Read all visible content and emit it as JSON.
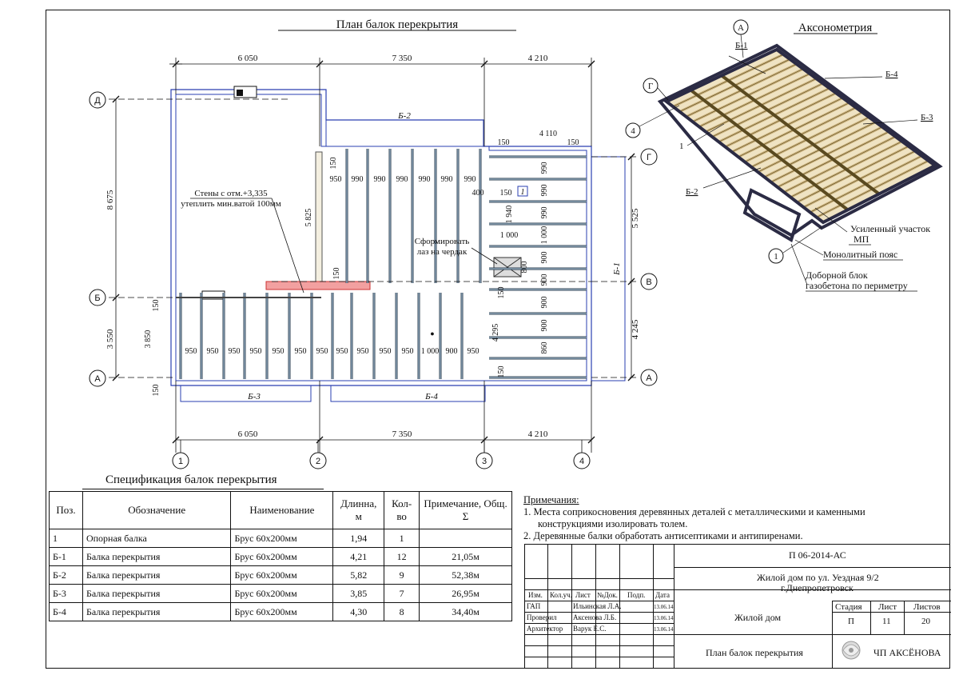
{
  "plan": {
    "title": "План балок перекрытия",
    "dims_top": [
      "6 050",
      "7 350",
      "4 210"
    ],
    "dims_bottom": [
      "6 050",
      "7 350",
      "4 210"
    ],
    "dims_left": [
      "8 675",
      "3 550"
    ],
    "dims_right": [
      "5 525",
      "4 245"
    ],
    "axes_letters": [
      "Д",
      "Б",
      "А",
      "Г",
      "В",
      "А"
    ],
    "axes_numbers": [
      "1",
      "2",
      "3",
      "4"
    ],
    "beam_tags": [
      "Б-2",
      "Б-3",
      "Б-4",
      "Б-1"
    ],
    "spacing_upper": [
      "950",
      "990",
      "990",
      "990",
      "990",
      "990",
      "990"
    ],
    "spacing_lower": [
      "950",
      "950",
      "950",
      "950",
      "950",
      "950",
      "950",
      "950",
      "950",
      "950",
      "950",
      "1 000",
      "900",
      "950"
    ],
    "spacing_right": [
      "990",
      "990",
      "990",
      "1 000",
      "900",
      "900",
      "900",
      "900",
      "860"
    ],
    "misc_dims": [
      "4 110",
      "150",
      "150",
      "150",
      "400",
      "150",
      "1 940",
      "1 000",
      "800",
      "150",
      "5 825",
      "150",
      "150",
      "3 850",
      "150",
      "4 295",
      "150",
      "150",
      "150"
    ],
    "beam_mark": "1",
    "note_walls_1": "Стены с отм.+3,335",
    "note_walls_2": "утеплить мин.ватой 100мм",
    "note_hatch_1": "Сформировать",
    "note_hatch_2": "лаз на чердак"
  },
  "axo": {
    "title": "Аксонометрия",
    "axis_a": "А",
    "axis_g": "Г",
    "axis_4": "4",
    "axis_1": "1",
    "labels": [
      "Б-1",
      "Б-4",
      "Б-3",
      "1",
      "Б-2"
    ],
    "legend_1": "Усиленный участок",
    "legend_2": "МП",
    "legend_3": "Монолитный пояс",
    "legend_4": "Доборной блок",
    "legend_5": "газобетона по периметру"
  },
  "spec": {
    "title": "Спецификация балок перекрытия",
    "headers": [
      "Поз.",
      "Обозначение",
      "Наименование",
      "Длинна, м",
      "Кол-во",
      "Примечание, Общ. Σ"
    ],
    "rows": [
      [
        "1",
        "Опорная балка",
        "Брус 60х200мм",
        "1,94",
        "1",
        ""
      ],
      [
        "Б-1",
        "Балка перекрытия",
        "Брус 60х200мм",
        "4,21",
        "12",
        "21,05м"
      ],
      [
        "Б-2",
        "Балка перекрытия",
        "Брус 60х200мм",
        "5,82",
        "9",
        "52,38м"
      ],
      [
        "Б-3",
        "Балка перекрытия",
        "Брус 60х200мм",
        "3,85",
        "7",
        "26,95м"
      ],
      [
        "Б-4",
        "Балка перекрытия",
        "Брус 60х200мм",
        "4,30",
        "8",
        "34,40м"
      ]
    ]
  },
  "notes": {
    "header": "Примечания:",
    "n1a": "1.  Места соприкосновения  деревянных деталей с металлическими и каменными",
    "n1b": "конструкциями изолировать толем.",
    "n2": "2.  Деревянные балки обработать антисептиками и антипиренами."
  },
  "stamp": {
    "code": "П 06-2014-АС",
    "object_1": "Жилой дом по ул. Уездная 9/2",
    "object_2": "г.Днепропетровск",
    "cols": [
      "Изм.",
      "Кол.уч.",
      "Лист",
      "№Док.",
      "Подп.",
      "Дата"
    ],
    "r1": [
      "ГАП",
      "Ильинская Л.А.",
      "13.06.14"
    ],
    "r2": [
      "Проверил",
      "Аксенова Л.Б.",
      "13.06.14"
    ],
    "r3": [
      "Архитектор",
      "Варук Е.С.",
      "13.06.14"
    ],
    "building": "Жилой дом",
    "stage_h": "Стадия",
    "sheet_h": "Лист",
    "sheets_h": "Листов",
    "stage": "П",
    "sheet": "11",
    "sheets": "20",
    "sheet_title": "План балок перекрытия",
    "company": "ЧП АКСЁНОВА"
  }
}
